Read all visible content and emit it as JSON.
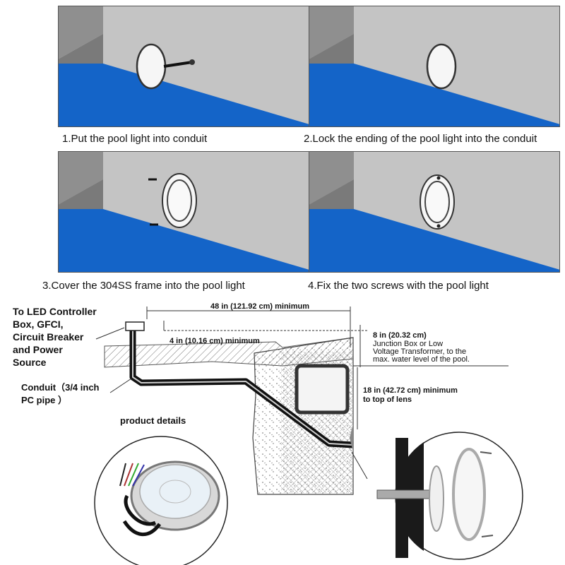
{
  "steps": [
    {
      "caption": "1.Put the pool light into conduit"
    },
    {
      "caption": "2.Lock the ending of the pool light into the conduit"
    },
    {
      "caption": "3.Cover the 304SS frame into the pool light"
    },
    {
      "caption": "4.Fix the two screws with the pool light"
    }
  ],
  "diagram": {
    "source_label": [
      "To LED Controller",
      "Box, GFCI,",
      "Circuit Breaker",
      "and Power",
      "Source"
    ],
    "conduit_label": [
      "Conduit（3/4 inch",
      "PC pipe ）"
    ],
    "dim_48": "48 in (121.92 cm) minimum",
    "dim_4": "4 in (10.16 cm) minimum",
    "dim_8": "8 in (20.32 cm)",
    "junction_note": [
      "Junction Box or Low",
      "Voltage Transformer, to the",
      "max. water level of the pool."
    ],
    "dim_18": [
      "18 in (42.72 cm) minimum",
      "to top of lens"
    ],
    "product_details": "product details"
  },
  "colors": {
    "wall": "#c4c4c4",
    "wall_dark": "#8f8f8f",
    "water": "#1464c8",
    "border": "#555555"
  }
}
